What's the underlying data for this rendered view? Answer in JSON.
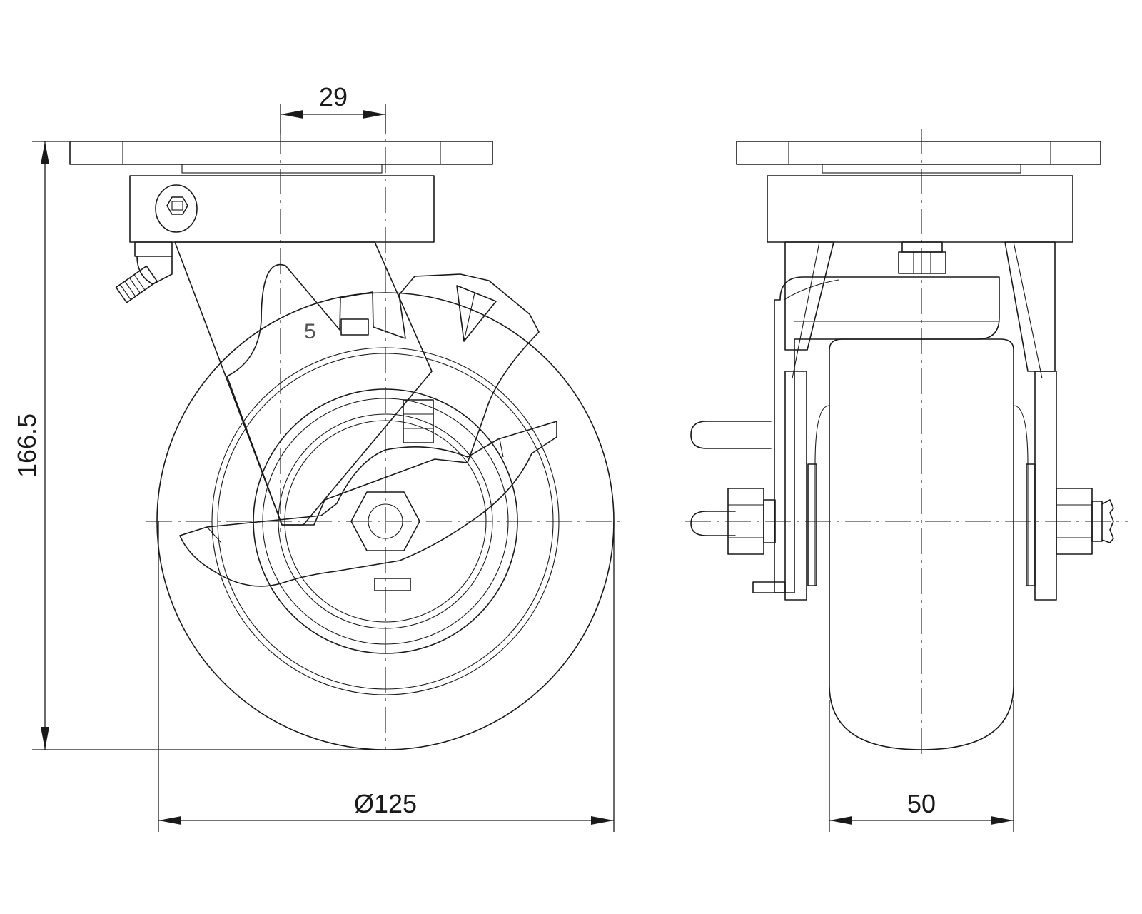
{
  "dimensions": {
    "offset": "29",
    "height": "166.5",
    "wheel_diameter": "Ø125",
    "wheel_width": "50"
  },
  "labels": {
    "brake_marker": "5"
  },
  "colors": {
    "line": "#1a1a1a",
    "background": "#ffffff",
    "marker_text": "#555555"
  }
}
